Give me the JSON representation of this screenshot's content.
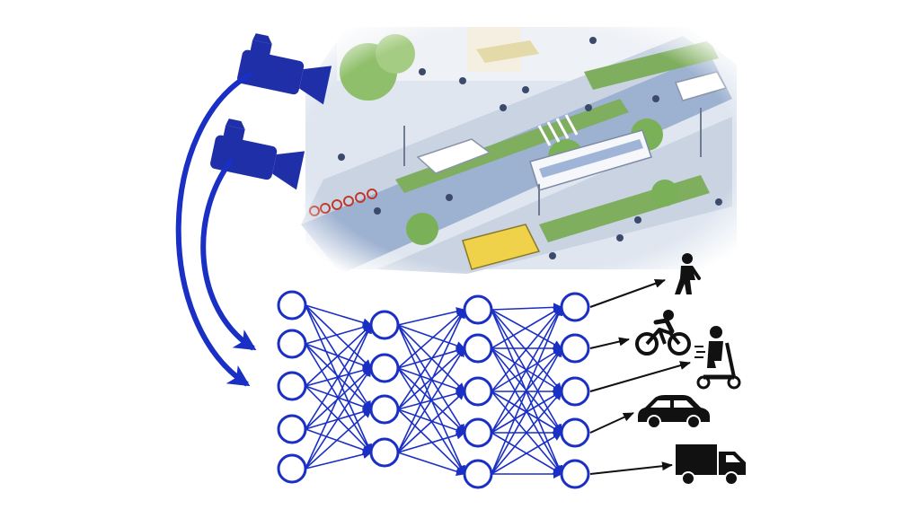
{
  "diagram": {
    "colors": {
      "network": "#1a2fc4",
      "camera": "#1f2fa8",
      "output_icons": "#111111",
      "street_road": "#9db1d0",
      "street_sidewalk": "#c9d3e2",
      "vegetation": "#6aa84f"
    },
    "scene": {
      "description_icon": "street-scene-illustration"
    },
    "cameras": [
      {
        "icon": "video-camera-icon"
      },
      {
        "icon": "video-camera-icon"
      }
    ],
    "network": {
      "layers": [
        5,
        4,
        5,
        5
      ]
    },
    "outputs": [
      {
        "icon": "pedestrian-icon"
      },
      {
        "icon": "bicycle-icon"
      },
      {
        "icon": "scooter-icon"
      },
      {
        "icon": "car-icon"
      },
      {
        "icon": "truck-icon"
      }
    ]
  }
}
